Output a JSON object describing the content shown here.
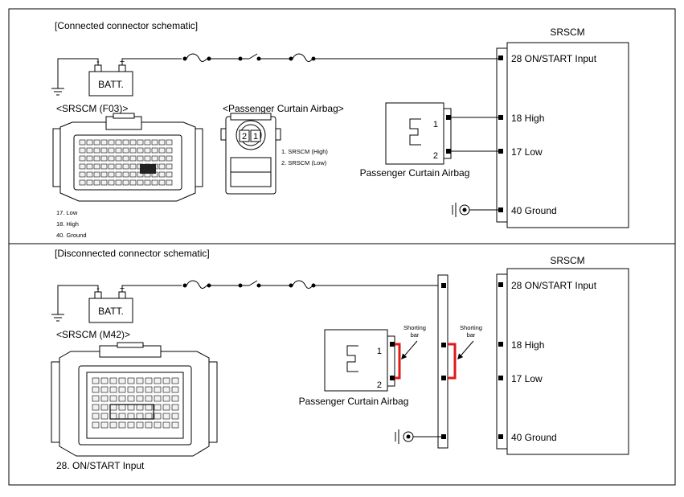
{
  "top": {
    "heading": "[Connected connector schematic]",
    "module_title": "SRSCM",
    "battery_label": "BATT.",
    "battery_neg": "-",
    "battery_pos": "+",
    "srscm_connector_title": "<SRSCM (F03)>",
    "airbag_connector_title": "<Passenger Curtain Airbag>",
    "airbag_pin_labels": [
      "2",
      "1"
    ],
    "airbag_pin_legend": [
      "1. SRSCM (High)",
      "2. SRSCM (Low)"
    ],
    "srscm_pin_legend": [
      "17. Low",
      "18. High",
      "40. Ground"
    ],
    "airbag_box_label": "Passenger Curtain Airbag",
    "airbag_box_pins": [
      "1",
      "2"
    ],
    "module_pins": [
      "28 ON/START Input",
      "18 High",
      "17 Low",
      "40 Ground"
    ]
  },
  "bottom": {
    "heading": "[Disconnected connector schematic]",
    "module_title": "SRSCM",
    "battery_label": "BATT.",
    "battery_neg": "-",
    "battery_pos": "+",
    "srscm_connector_title": "<SRSCM (M42)>",
    "srscm_pin_legend": [
      "28. ON/START Input"
    ],
    "airbag_box_label": "Passenger Curtain Airbag",
    "airbag_box_pins": [
      "1",
      "2"
    ],
    "shorting_bar_labels": [
      [
        "Shorting",
        "bar"
      ],
      [
        "Shorting",
        "bar"
      ]
    ],
    "module_pins": [
      "28 ON/START Input",
      "18 High",
      "17 Low",
      "40 Ground"
    ]
  },
  "colors": {
    "line": "#000000",
    "shorting_bar": "#e01818",
    "connector_fill": "#f2f2f2"
  }
}
